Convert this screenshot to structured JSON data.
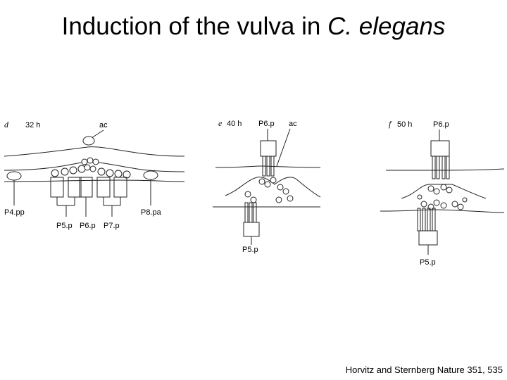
{
  "title": {
    "main": "Induction of the vulva in ",
    "species": "C. elegans"
  },
  "credit": "Horvitz and Sternberg Nature 351, 535",
  "panels": [
    {
      "letter": "d",
      "time": "32 h",
      "labels": {
        "ac": "ac",
        "p4": "P4.pp",
        "p8": "P8.pa",
        "p5": "P5.p",
        "p6": "P6.p",
        "p7": "P7.p"
      }
    },
    {
      "letter": "e",
      "time": "40 h",
      "labels": {
        "p6": "P6.p",
        "ac": "ac",
        "p5": "P5.p"
      }
    },
    {
      "letter": "f",
      "time": "50 h",
      "labels": {
        "p6": "P6.p",
        "p5": "P5.p"
      }
    }
  ]
}
